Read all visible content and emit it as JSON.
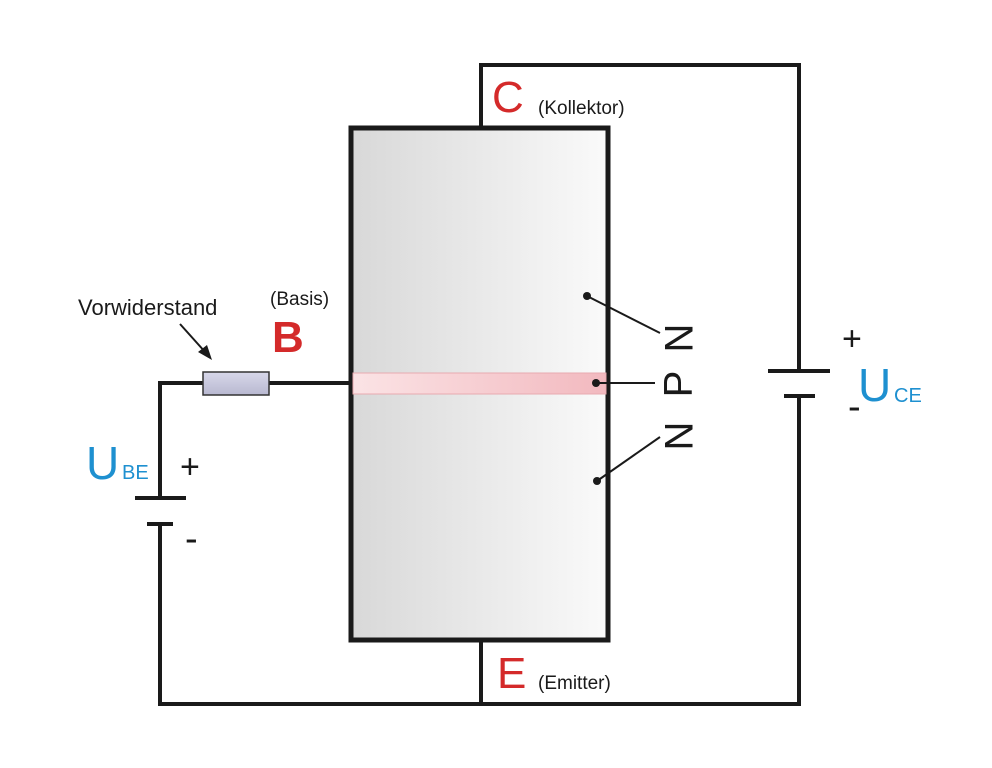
{
  "diagram": {
    "type": "npn-transistor-circuit",
    "terminals": {
      "collector": {
        "letter": "C",
        "name": "(Kollektor)"
      },
      "base": {
        "letter": "B",
        "name": "(Basis)"
      },
      "emitter": {
        "letter": "E",
        "name": "(Emitter)"
      }
    },
    "resistor_label": "Vorwiderstand",
    "layers": [
      "N",
      "P",
      "N"
    ],
    "sources": {
      "ube": {
        "main": "U",
        "sub": "BE",
        "plus": "+",
        "minus": "-"
      },
      "uce": {
        "main": "U",
        "sub": "CE",
        "plus": "+",
        "minus": "-"
      }
    },
    "colors": {
      "terminal_letter": "#d42a2a",
      "voltage_label": "#1e90d0",
      "wire": "#1a1a1a",
      "resistor_fill": "#c8c8dc",
      "base_layer": "#f4c8cc",
      "body_fill": "#e0e0e0"
    }
  }
}
